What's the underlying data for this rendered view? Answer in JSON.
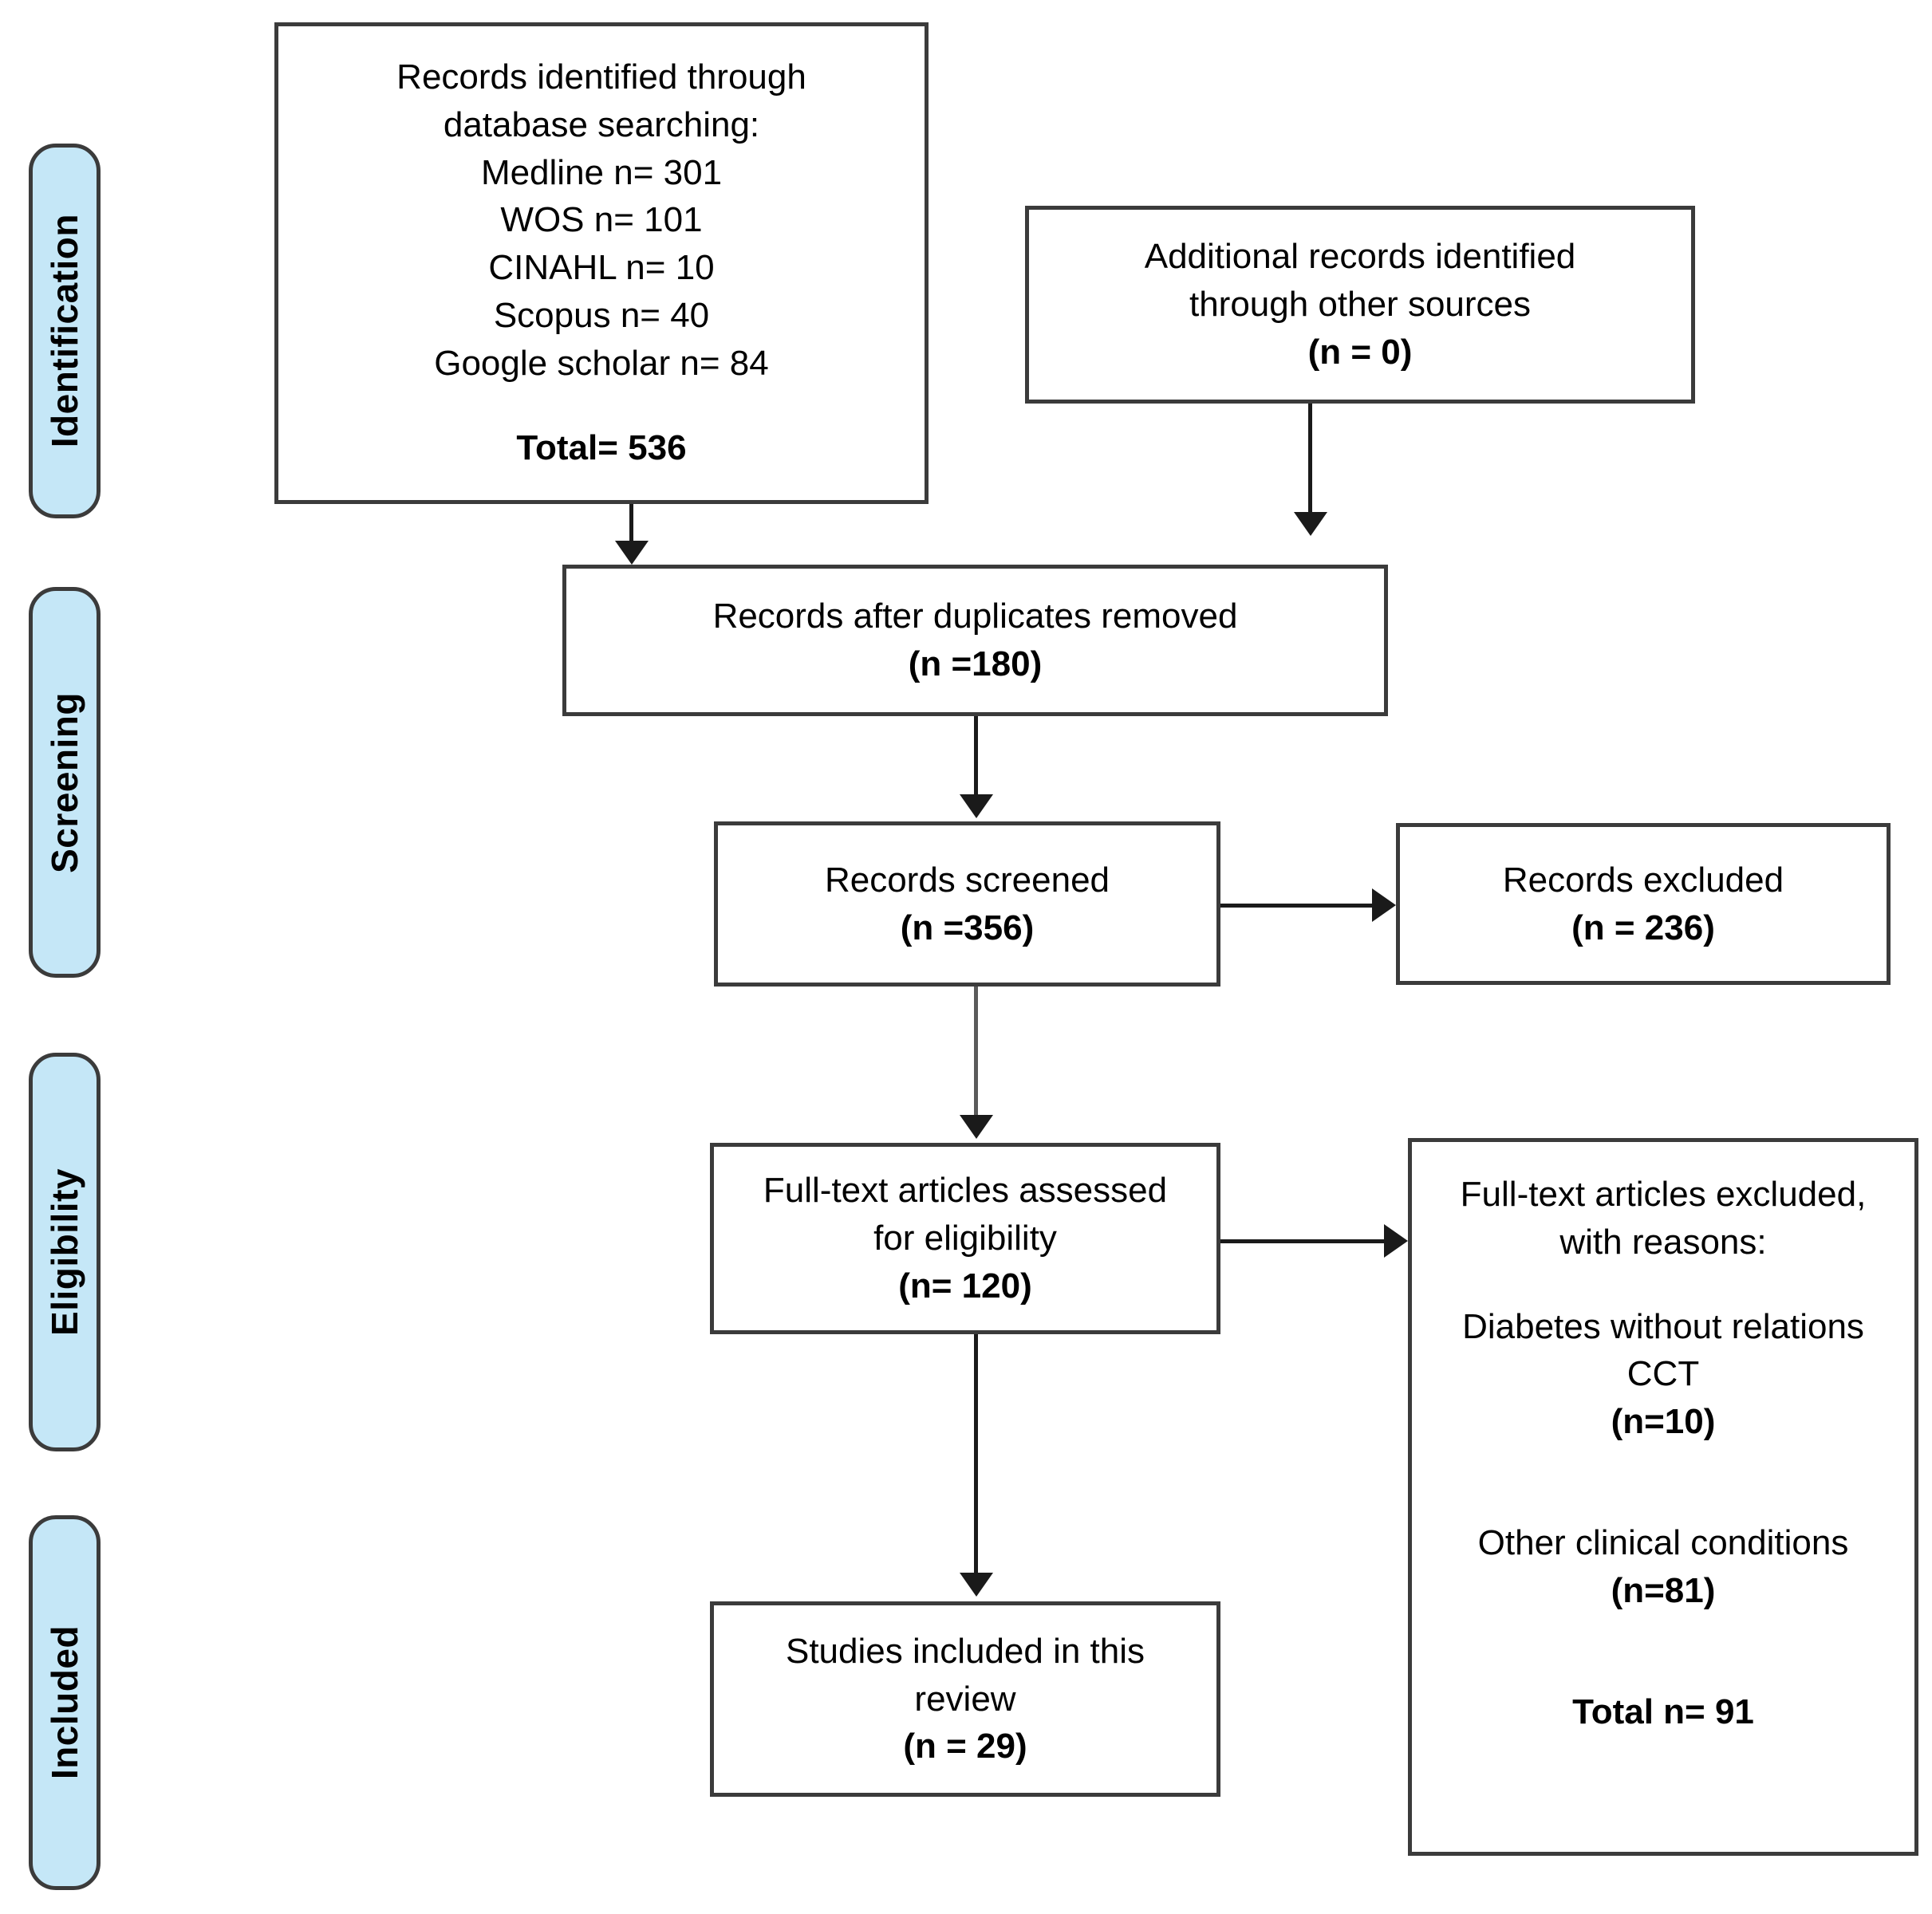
{
  "diagram": {
    "title": "PRISMA flow diagram",
    "colors": {
      "phase_pill_fill": "#C5E7F7",
      "phase_pill_border": "#3b3b3b",
      "box_border": "#3b3b3b",
      "box_fill": "#ffffff",
      "connector": "#1a1a1a",
      "connector_grey": "#5a5a5a"
    },
    "phases": [
      {
        "id": "identification",
        "label": "Identification"
      },
      {
        "id": "screening",
        "label": "Screening"
      },
      {
        "id": "eligibility",
        "label": "Eligibility"
      },
      {
        "id": "included",
        "label": "Included"
      }
    ],
    "boxes": {
      "records_identified": {
        "lines": [
          {
            "text": "Records identified through",
            "bold": false
          },
          {
            "text": "database searching:",
            "bold": false
          },
          {
            "text": "Medline n= 301",
            "bold": false
          },
          {
            "text": "WOS n= 101",
            "bold": false
          },
          {
            "text": "CINAHL n= 10",
            "bold": false
          },
          {
            "text": "Scopus n= 40",
            "bold": false
          },
          {
            "text": "Google scholar n= 84",
            "bold": false
          },
          {
            "text": "",
            "bold": false,
            "gap": true
          },
          {
            "text": "Total= 536",
            "bold": true
          }
        ]
      },
      "additional_records": {
        "lines": [
          {
            "text": "Additional records identified",
            "bold": false
          },
          {
            "text": "through other sources",
            "bold": false
          },
          {
            "text": "(n = 0)",
            "bold": true
          }
        ]
      },
      "after_duplicates": {
        "lines": [
          {
            "text": "Records after duplicates removed",
            "bold": false
          },
          {
            "text": "(n =180)",
            "bold": true
          }
        ]
      },
      "records_screened": {
        "lines": [
          {
            "text": "Records screened",
            "bold": false
          },
          {
            "text": "(n =356)",
            "bold": true
          }
        ]
      },
      "records_excluded": {
        "lines": [
          {
            "text": "Records excluded",
            "bold": false
          },
          {
            "text": "(n = 236)",
            "bold": true
          }
        ]
      },
      "fulltext_assessed": {
        "lines": [
          {
            "text": "Full-text articles assessed",
            "bold": false
          },
          {
            "text": "for eligibility",
            "bold": false
          },
          {
            "text": "(n= 120)",
            "bold": true
          }
        ]
      },
      "fulltext_excluded": {
        "lines": [
          {
            "text": "Full-text articles excluded,",
            "bold": false
          },
          {
            "text": "with reasons:",
            "bold": false
          },
          {
            "text": "",
            "bold": false,
            "gap": true
          },
          {
            "text": "Diabetes without relations",
            "bold": false
          },
          {
            "text": "CCT",
            "bold": false
          },
          {
            "text": "(n=10)",
            "bold": true
          },
          {
            "text": "",
            "bold": false,
            "gap": true
          },
          {
            "text": "",
            "bold": false,
            "gap": true
          },
          {
            "text": "Other clinical conditions",
            "bold": false
          },
          {
            "text": "(n=81)",
            "bold": true
          },
          {
            "text": "",
            "bold": false,
            "gap": true
          },
          {
            "text": "",
            "bold": false,
            "gap": true
          },
          {
            "text": "Total n= 91",
            "bold": true
          }
        ]
      },
      "studies_included": {
        "lines": [
          {
            "text": "Studies included in this",
            "bold": false
          },
          {
            "text": "review",
            "bold": false
          },
          {
            "text": "(n = 29)",
            "bold": true
          }
        ]
      }
    },
    "chart_data": {
      "type": "diagram",
      "diagram_type": "prisma-flow",
      "nodes": [
        {
          "id": "records_identified",
          "stage": "Identification",
          "counts": {
            "Medline": 301,
            "WOS": 101,
            "CINAHL": 10,
            "Scopus": 40,
            "Google scholar": 84,
            "Total": 536
          }
        },
        {
          "id": "additional_records",
          "stage": "Identification",
          "n": 0
        },
        {
          "id": "after_duplicates",
          "stage": "Screening",
          "n": 180
        },
        {
          "id": "records_screened",
          "stage": "Screening",
          "n": 356
        },
        {
          "id": "records_excluded",
          "stage": "Screening",
          "n": 236
        },
        {
          "id": "fulltext_assessed",
          "stage": "Eligibility",
          "n": 120
        },
        {
          "id": "fulltext_excluded",
          "stage": "Eligibility",
          "counts": {
            "Diabetes without relations CCT": 10,
            "Other clinical conditions": 81,
            "Total": 91
          }
        },
        {
          "id": "studies_included",
          "stage": "Included",
          "n": 29
        }
      ],
      "edges": [
        {
          "from": "records_identified",
          "to": "after_duplicates"
        },
        {
          "from": "additional_records",
          "to": "after_duplicates"
        },
        {
          "from": "after_duplicates",
          "to": "records_screened"
        },
        {
          "from": "records_screened",
          "to": "records_excluded"
        },
        {
          "from": "records_screened",
          "to": "fulltext_assessed"
        },
        {
          "from": "fulltext_assessed",
          "to": "fulltext_excluded"
        },
        {
          "from": "fulltext_assessed",
          "to": "studies_included"
        }
      ]
    }
  }
}
